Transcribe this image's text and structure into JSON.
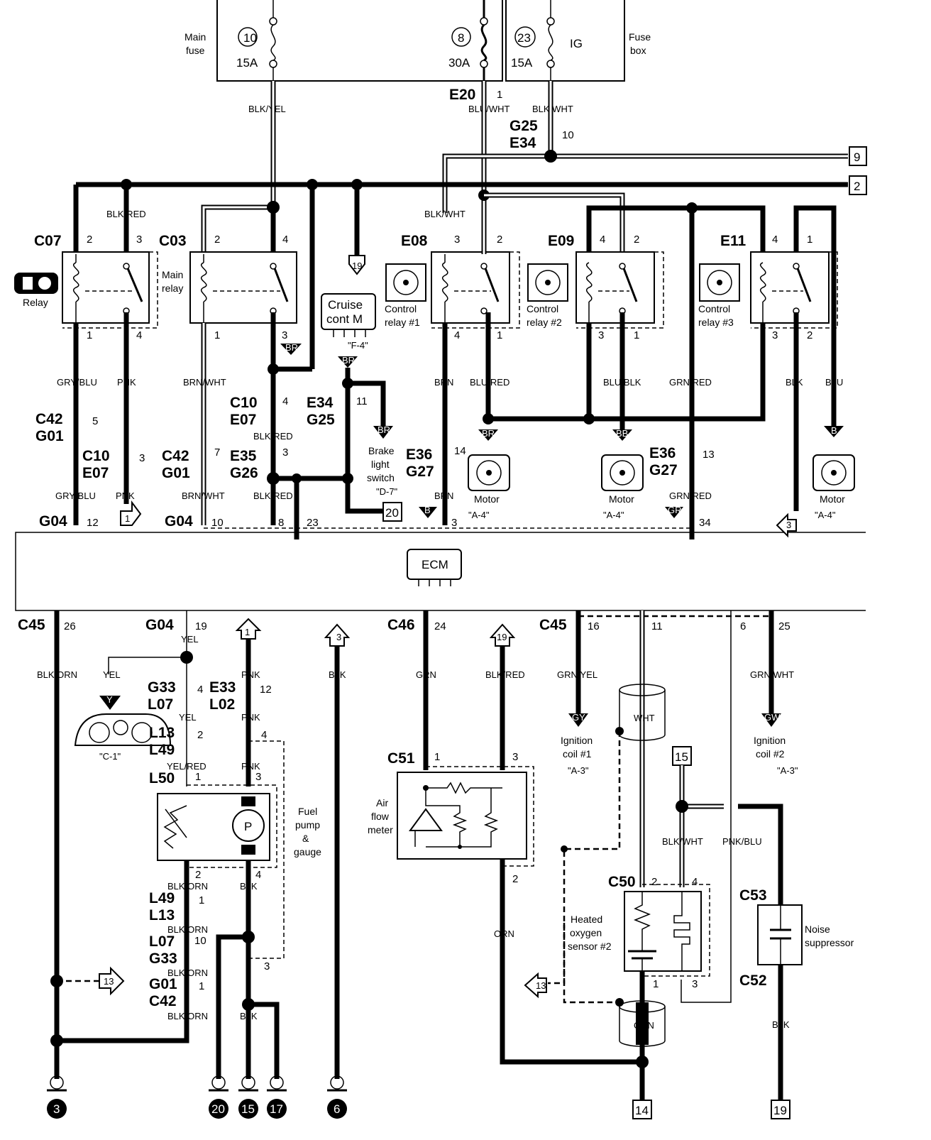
{
  "fuses": {
    "main_fuse_label_1": "Main",
    "main_fuse_label_2": "fuse",
    "fuse_box_label_1": "Fuse",
    "fuse_box_label_2": "box",
    "f10_num": "10",
    "f10_rating": "15A",
    "f8_num": "8",
    "f8_rating": "30A",
    "f23_num": "23",
    "f23_rating": "15A",
    "f23_ig": "IG"
  },
  "top_connectors": {
    "e20": "E20",
    "e20_pin": "1",
    "g25": "G25",
    "e34": "E34",
    "g25_pin": "10",
    "wire_blkyel": "BLK/YEL",
    "wire_bluwht": "BLU/WHT",
    "wire_blkwht": "BLK/WHT",
    "ref9": "9",
    "ref2": "2"
  },
  "relays": {
    "c07": "C07",
    "c07_p2": "2",
    "c07_p3": "3",
    "c07_p1": "1",
    "c07_p4": "4",
    "c07_label": "Relay",
    "c03": "C03",
    "c03_p2": "2",
    "c03_p4": "4",
    "c03_p1": "1",
    "c03_p3": "3",
    "c03_label_1": "Main",
    "c03_label_2": "relay",
    "e08": "E08",
    "e08_p3": "3",
    "e08_p2": "2",
    "e08_p4": "4",
    "e08_p1": "1",
    "e08_label_1": "Control",
    "e08_label_2": "relay #1",
    "e09": "E09",
    "e09_p4": "4",
    "e09_p2": "2",
    "e09_p3": "3",
    "e09_p1": "1",
    "e09_label_1": "Control",
    "e09_label_2": "relay #2",
    "e11": "E11",
    "e11_p4": "4",
    "e11_p1": "1",
    "e11_p3": "3",
    "e11_p2": "2",
    "e11_label_1": "Control",
    "e11_label_2": "relay #3"
  },
  "upper_wires": {
    "blkred": "BLK/RED",
    "blkwht": "BLK/WHT",
    "grublu": "GRY/BLU",
    "pnk": "PNK",
    "brnwht": "BRN/WHT",
    "brn": "BRN",
    "blured": "BLU/RED",
    "blublk": "BLU/BLK",
    "grnred": "GRN/RED",
    "blk": "BLK",
    "blu": "BLU",
    "blkred2": "BLK/RED",
    "grublu2": "GRY/BLU",
    "pnk2": "PNK",
    "brnwht2": "BRN/WHT",
    "blkred3": "BLK/RED",
    "brn2": "BRN",
    "grnred2": "GRN/RED"
  },
  "mid_connectors": {
    "c42a": "C42",
    "g01a": "G01",
    "c42a_pin": "5",
    "c10a": "C10",
    "e07a": "E07",
    "c10a_pin": "3",
    "c42b": "C42",
    "g01b": "G01",
    "c42b_pin": "7",
    "c10b": "C10",
    "e07b": "E07",
    "c10b_pin": "4",
    "e35": "E35",
    "g26": "G26",
    "e35_pin": "3",
    "e34b": "E34",
    "g25b": "G25",
    "e34b_pin": "11",
    "e36a": "E36",
    "g27a": "G27",
    "e36a_pin": "14",
    "e36b": "E36",
    "g27b": "G27",
    "e36b_pin": "13",
    "cruise_1": "Cruise",
    "cruise_2": "cont M",
    "cruise_ref": "\"F-4\"",
    "brake_1": "Brake",
    "brake_2": "light",
    "brake_3": "switch",
    "brake_ref": "\"D-7\"",
    "ref19": "19",
    "ref20": "20",
    "tag_br1": "BR",
    "tag_br2": "BR",
    "tag_br3": "BR",
    "tag_br4": "BR",
    "tag_bb": "BB",
    "tag_b1": "B",
    "tag_b2": "B",
    "tag_gr": "GR",
    "motor1": "Motor",
    "motor2": "Motor",
    "motor3": "Motor",
    "motor_ref": "\"A-4\"",
    "motor_ref2": "\"A-4\"",
    "motor_ref3": "\"A-4\""
  },
  "ecm": {
    "label": "ECM",
    "g04a": "G04",
    "g04a_p12": "12",
    "ref1": "1",
    "g04b": "G04",
    "p10": "10",
    "p8": "8",
    "p23": "23",
    "p3": "3",
    "p34": "34",
    "ref3": "3",
    "c45a": "C45",
    "c45a_pin": "26",
    "g04c": "G04",
    "g04c_pin": "19",
    "c46": "C46",
    "c46_pin": "24",
    "c45b": "C45",
    "c45b_pin": "16",
    "p11": "11",
    "p6": "6",
    "p25": "25"
  },
  "lower": {
    "blkorn": "BLK/ORN",
    "yel": "YEL",
    "yel2": "YEL",
    "yel3": "YEL",
    "pnk": "PNK",
    "pnk2": "PNK",
    "pnk3": "PNK",
    "blk": "BLK",
    "grn": "GRN",
    "blkred": "BLK/RED",
    "grnyel": "GRN/YEL",
    "grnwht": "GRN/WHT",
    "ref1": "1",
    "ref3": "3",
    "ref19": "19",
    "tag_y": "Y",
    "tag_gy": "GY",
    "tag_gw": "GW",
    "g33": "G33",
    "l07": "L07",
    "g33_pin": "4",
    "e33": "E33",
    "l02": "L02",
    "e33_pin": "12",
    "l13": "L13",
    "l49": "L49",
    "l13_pin": "2",
    "l49_pin": "4",
    "yelred": "YEL/RED",
    "gauge_ref": "\"C-1\"",
    "l50": "L50",
    "l50_p1": "1",
    "l50_p3": "3",
    "l50_p2": "2",
    "l50_p4": "4",
    "pump_1": "Fuel",
    "pump_2": "pump",
    "pump_3": "&",
    "pump_4": "gauge",
    "pump_p": "P",
    "blkorn2": "BLK/ORN",
    "blk2": "BLK",
    "l49b": "L49",
    "l13b": "L13",
    "l49b_pin": "1",
    "blkorn3": "BLK/ORN",
    "l07b": "L07",
    "g33b": "G33",
    "l07b_pin": "10",
    "blkorn4": "BLK/ORN",
    "g01": "G01",
    "c42": "C42",
    "g01_pin": "1",
    "blkorn5": "BLK/ORN",
    "p3b": "3",
    "blk3": "BLK",
    "ref13a": "13",
    "ref13b": "13",
    "c51": "C51",
    "c51_p1": "1",
    "c51_p3": "3",
    "c51_p2": "2",
    "afm_1": "Air",
    "afm_2": "flow",
    "afm_3": "meter",
    "orn": "ORN",
    "ign1_1": "Ignition",
    "ign1_2": "coil #1",
    "ign1_ref": "\"A-3\"",
    "ign2_1": "Ignition",
    "ign2_2": "coil #2",
    "ign2_ref": "\"A-3\"",
    "wht": "WHT",
    "orn2": "ORN",
    "ref15": "15",
    "blkwht": "BLK/WHT",
    "pnkblu": "PNK/BLU",
    "c50": "C50",
    "c50_p2": "2",
    "c50_p4": "4",
    "c50_p1": "1",
    "c50_p3": "3",
    "ho2s_1": "Heated",
    "ho2s_2": "oxygen",
    "ho2s_3": "sensor #2",
    "c53": "C53",
    "c52": "C52",
    "supp_1": "Noise",
    "supp_2": "suppressor",
    "blk4": "BLK",
    "gnd3": "3",
    "gnd20": "20",
    "gnd15": "15",
    "gnd17": "17",
    "gnd6": "6",
    "ref14": "14",
    "ref19b": "19"
  }
}
